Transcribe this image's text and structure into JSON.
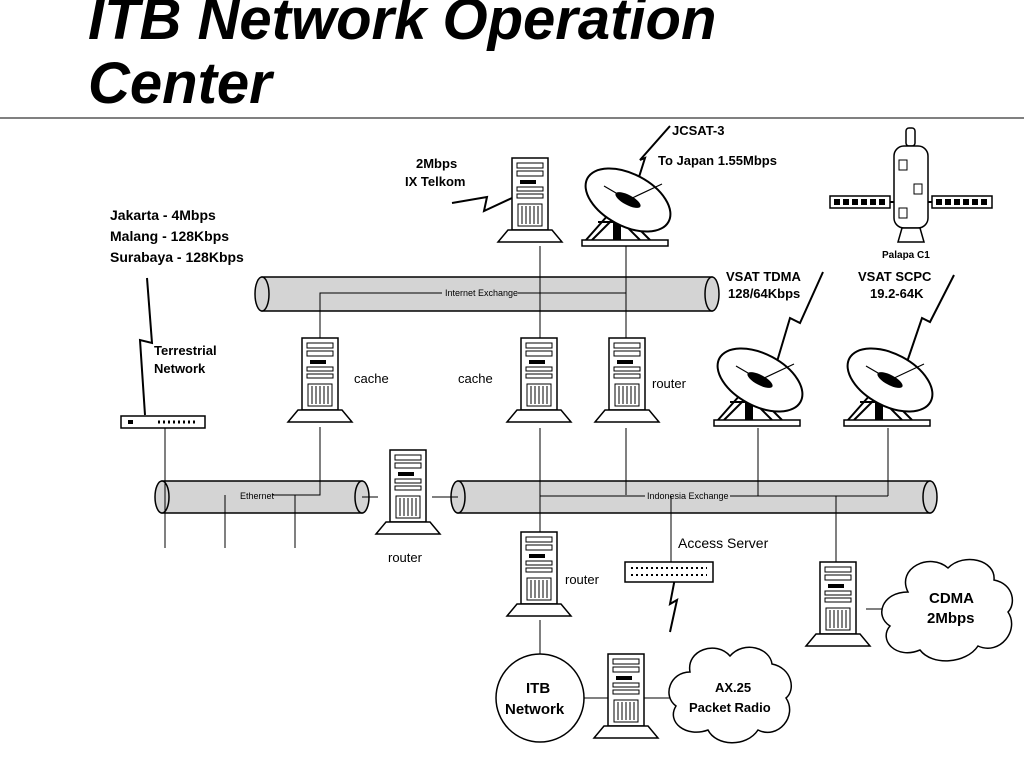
{
  "title": {
    "line1": "ITB Network Operation",
    "line2": "Center"
  },
  "labels": {
    "jcsat": "JCSAT-3",
    "to_japan": "To Japan 1.55Mbps",
    "mbps2": "2Mbps",
    "ix_telkom": "IX Telkom",
    "jakarta": "Jakarta - 4Mbps",
    "malang": "Malang - 128Kbps",
    "surabaya": "Surabaya - 128Kbps",
    "palapa": "Palapa C1",
    "vsat_tdma": "VSAT TDMA",
    "vsat_tdma_speed": "128/64Kbps",
    "vsat_scpc": "VSAT SCPC",
    "vsat_scpc_speed": "19.2-64K",
    "internet_exchange": "Internet Exchange",
    "terrestrial": "Terrestrial",
    "network": "Network",
    "cache1": "cache",
    "cache2": "cache",
    "router_top": "router",
    "ethernet": "Ethernet",
    "indonesia_exchange": "Indonesia Exchange",
    "router_mid": "router",
    "access_server": "Access Server",
    "router_low": "router",
    "cdma": "CDMA",
    "cdma_speed": "2Mbps",
    "itb": "ITB",
    "itb_network": "Network",
    "ax25": "AX.25",
    "packet_radio": "Packet Radio"
  }
}
